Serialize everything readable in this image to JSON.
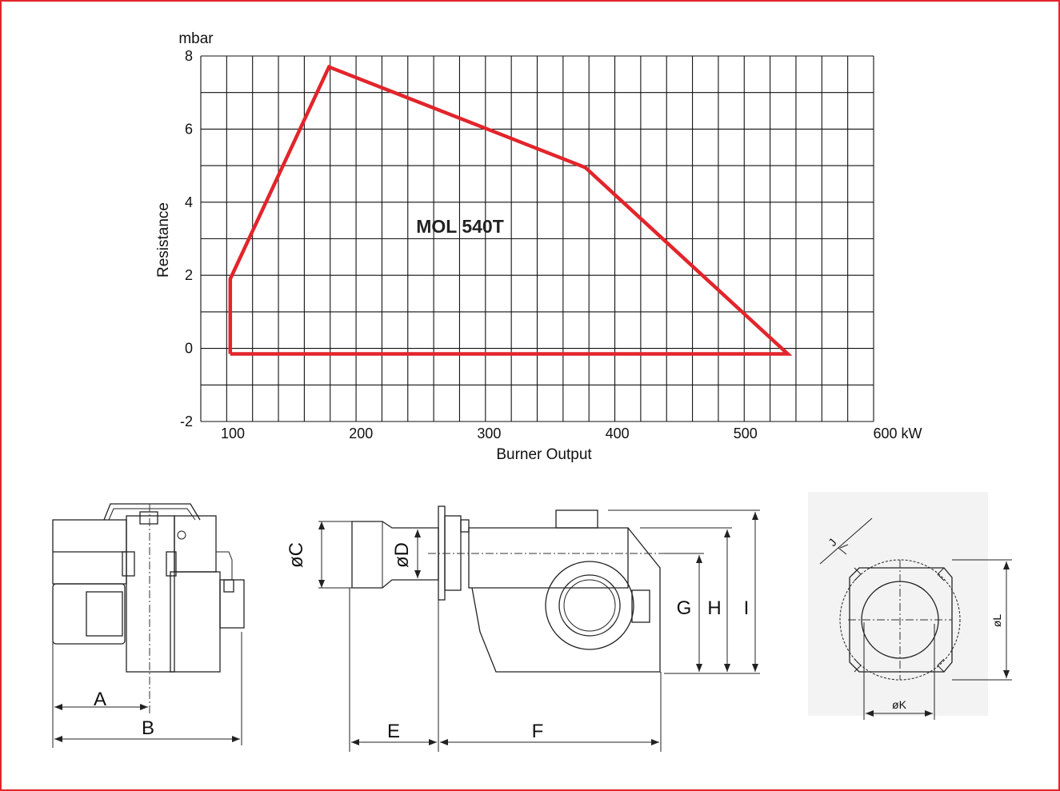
{
  "chart_data": {
    "type": "area",
    "y_unit": "mbar",
    "x_unit": "kW",
    "xlabel": "Burner Output",
    "ylabel": "Resistance",
    "xlim": [
      75,
      600
    ],
    "ylim": [
      -2,
      8
    ],
    "x_ticks": [
      100,
      200,
      300,
      400,
      500,
      600
    ],
    "x_tick_labels": [
      "100",
      "200",
      "300",
      "400",
      "500",
      "600 kW"
    ],
    "y_ticks": [
      -2,
      0,
      2,
      4,
      6,
      8
    ],
    "y_tick_labels": [
      "-2",
      "0",
      "2",
      "4",
      "6",
      "8"
    ],
    "grid": true,
    "series": [
      {
        "name": "MOL 540T",
        "color": "#e2252b",
        "x": [
          98,
          98,
          175,
          375,
          533,
          98
        ],
        "y": [
          -0.15,
          1.9,
          7.7,
          4.95,
          -0.15,
          -0.15
        ]
      }
    ]
  },
  "diagram": {
    "labels": {
      "A": "A",
      "B": "B",
      "C": "øC",
      "D": "øD",
      "E": "E",
      "F": "F",
      "G": "G",
      "H": "H",
      "I": "I",
      "J": "J",
      "K": "øK",
      "L": "øL"
    }
  }
}
